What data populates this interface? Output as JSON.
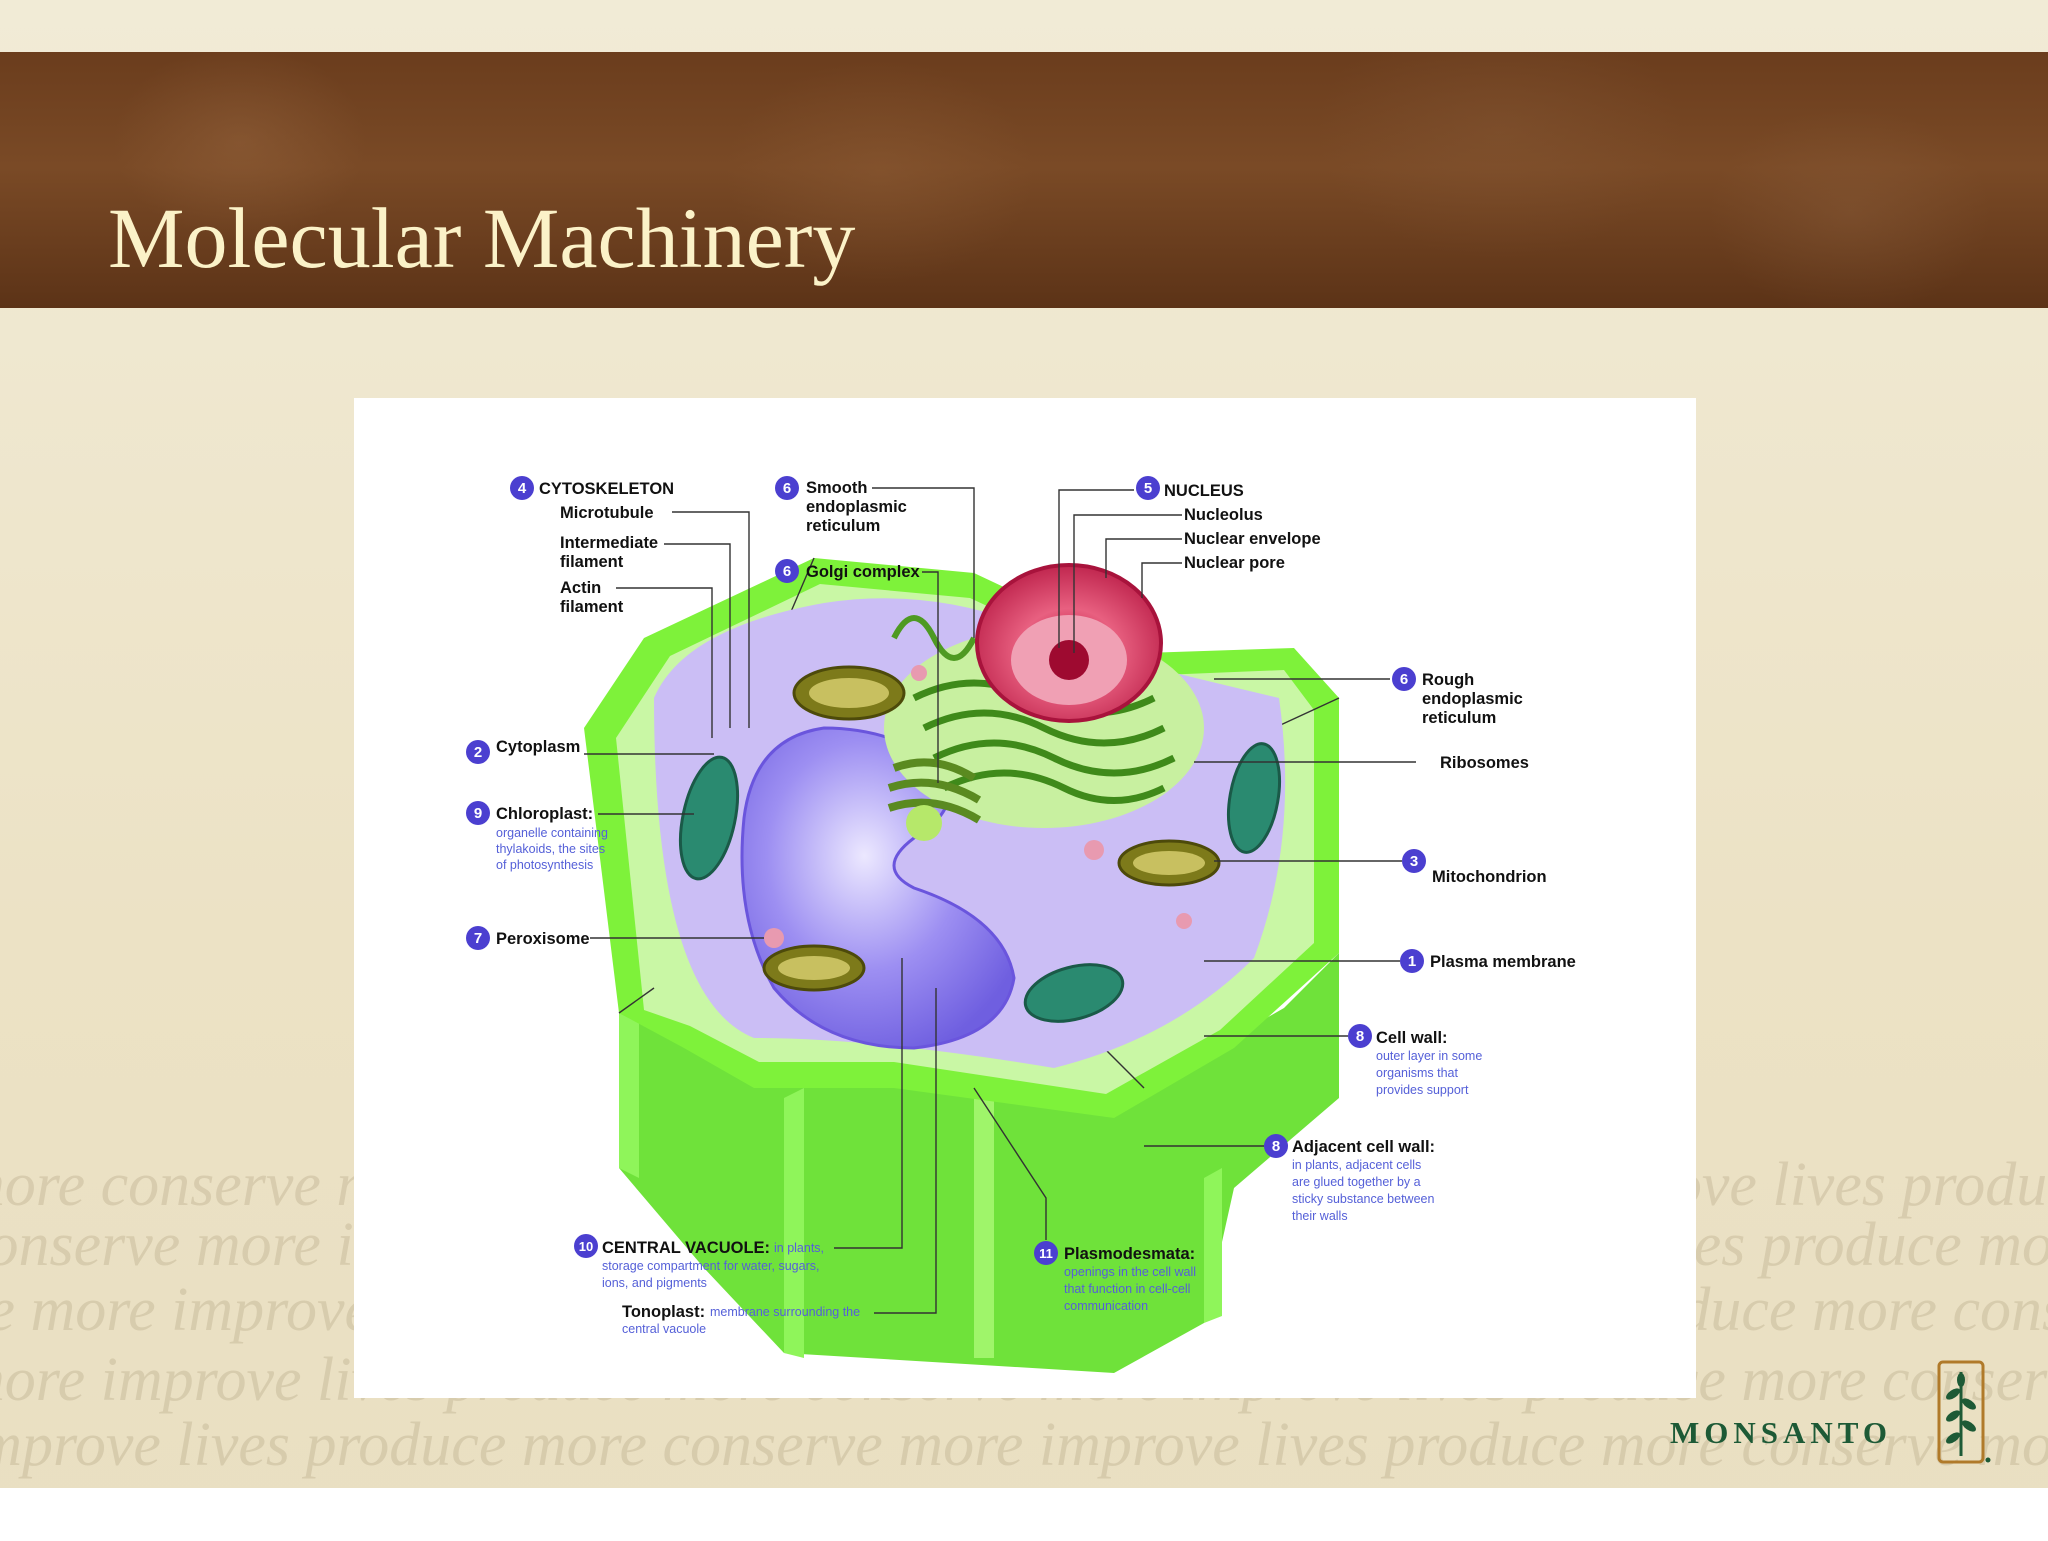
{
  "slide": {
    "title": "Molecular Machinery"
  },
  "watermark_lines": [
    "more conserve more improve lives produce more conserve more improve lives produce more",
    "conserve more improve lives produce more conserve more improve lives produce more",
    "ve more improve lives produce more conserve more improve lives produce more conserve",
    "more improve lives produce more conserve more improve lives produce more conserve more",
    "improve lives produce more conserve more improve lives produce more conserve more"
  ],
  "diagram": {
    "cytoskeleton": {
      "num": "4",
      "title": "CYTOSKELETON",
      "microtubule": "Microtubule",
      "intermediate_filament": [
        "Intermediate",
        "filament"
      ],
      "actin_filament": [
        "Actin",
        "filament"
      ]
    },
    "smooth_er": {
      "num": "6",
      "lines": [
        "Smooth",
        "endoplasmic",
        "reticulum"
      ]
    },
    "golgi": {
      "num": "6",
      "label": "Golgi complex"
    },
    "nucleus": {
      "num": "5",
      "title": "NUCLEUS",
      "nucleolus": "Nucleolus",
      "envelope": "Nuclear envelope",
      "pore": "Nuclear pore"
    },
    "rough_er": {
      "num": "6",
      "lines": [
        "Rough",
        "endoplasmic",
        "reticulum"
      ]
    },
    "ribosomes": {
      "label": "Ribosomes"
    },
    "cytoplasm": {
      "num": "2",
      "label": "Cytoplasm"
    },
    "chloroplast": {
      "num": "9",
      "label": "Chloroplast:",
      "desc": [
        "organelle containing",
        "thylakoids, the sites",
        "of photosynthesis"
      ]
    },
    "mitochondrion": {
      "num": "3",
      "label": "Mitochondrion"
    },
    "peroxisome": {
      "num": "7",
      "label": "Peroxisome"
    },
    "plasma_membrane": {
      "num": "1",
      "label": "Plasma membrane"
    },
    "cell_wall": {
      "num": "8",
      "label": "Cell wall:",
      "desc": [
        "outer layer in some",
        "organisms that",
        "provides support"
      ]
    },
    "adjacent_wall": {
      "num": "8",
      "label": "Adjacent cell wall:",
      "desc": [
        "in plants, adjacent cells",
        "are glued together by a",
        "sticky substance between",
        "their walls"
      ]
    },
    "central_vacuole": {
      "num": "10",
      "label": "CENTRAL VACUOLE:",
      "desc_inline": "in plants,",
      "desc": [
        "storage compartment for water, sugars,",
        "ions, and pigments"
      ]
    },
    "tonoplast": {
      "label": "Tonoplast:",
      "desc_inline": "membrane surrounding the",
      "desc": [
        "central vacuole"
      ]
    },
    "plasmodesmata": {
      "num": "11",
      "label": "Plasmodesmata:",
      "desc": [
        "openings in the cell wall",
        "that function in cell-cell",
        "communication"
      ]
    }
  },
  "brand": {
    "name": "MONSANTO",
    "logo_icon": "wheat-sprig-icon"
  },
  "colors": {
    "header": "#6b3d1d",
    "title": "#fbf2c8",
    "badge": "#4b3fd0",
    "cell_wall": "#7ef23a",
    "vacuole": "#8a7af0",
    "brand": "#1d5a36"
  }
}
